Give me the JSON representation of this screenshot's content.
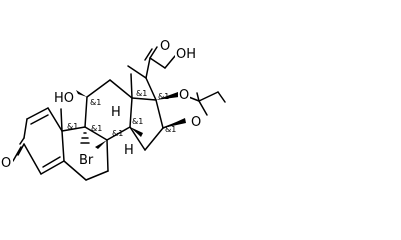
{
  "structure": {
    "atoms": {
      "ketone_o": "O",
      "c3_o": "O",
      "oh_top": "OH",
      "ho_left": "HO",
      "ester_o": "O",
      "ester_carbonyl_o": "O",
      "bromine": "Br",
      "h8": "H",
      "h14": "H"
    },
    "stereo_labels": {
      "c11": "&1",
      "c9": "&1",
      "c10": "&1",
      "c8": "&1",
      "c13": "&1",
      "c14": "&1",
      "c17": "&1",
      "c16": "&1"
    }
  }
}
